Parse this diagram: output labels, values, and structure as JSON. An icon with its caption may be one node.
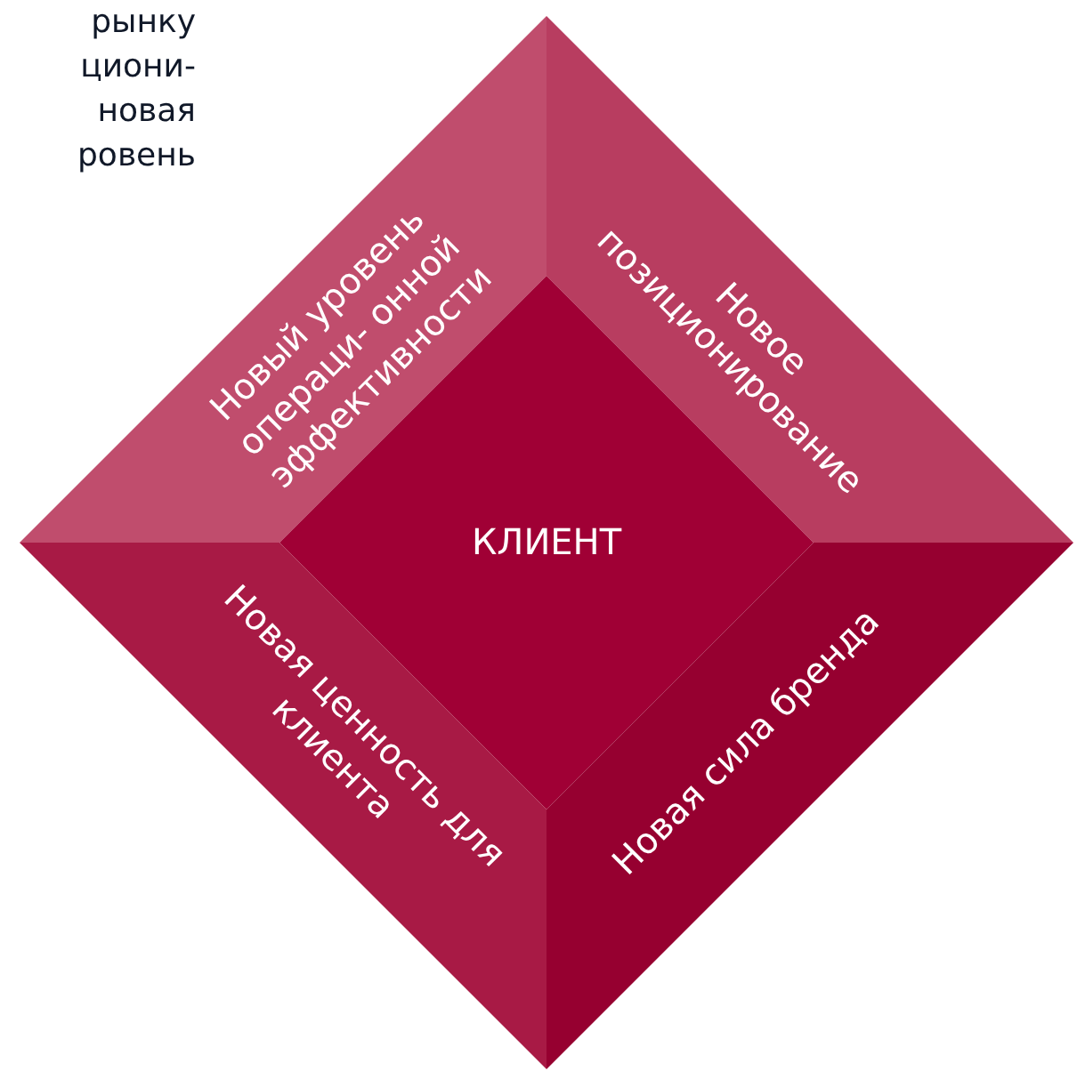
{
  "diagram": {
    "nodes": [
      {
        "text": [
          "Новый уровень операци- онной эффективности"
        ]
      },
      {
        "text": [
          "Новое позиционирование"
        ]
      },
      {
        "text": [
          "КЛИЕНТ"
        ]
      },
      {
        "text": [
          "Новая ценность для клиента"
        ]
      },
      {
        "text": [
          "Новая сила бренда"
        ]
      }
    ],
    "labels": [
      "рынку циони- новая ровень"
    ]
  }
}
